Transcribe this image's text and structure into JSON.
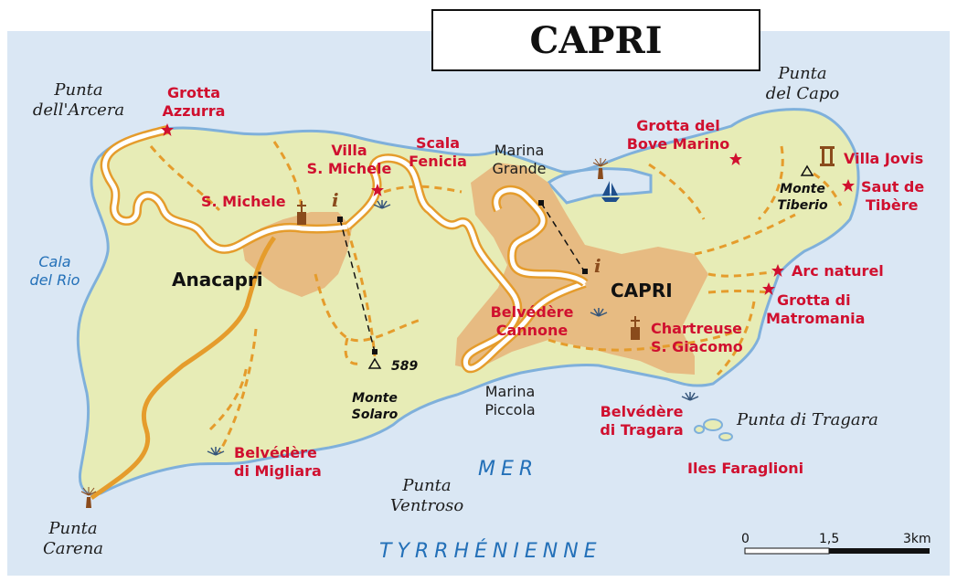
{
  "title": "CAPRI",
  "colors": {
    "sea": "#dae7f4",
    "land": "#e7ecb6",
    "coast": "#7fb0db",
    "town": "#e7bb82",
    "road": "#ffffff",
    "road_edge": "#e59c2c",
    "path": "#e59c2c",
    "poi_red": "#d0102f",
    "sea_text": "#2370b8"
  },
  "sea_labels": {
    "mer": "MER",
    "tyrrhenienne": "TYRRHÉNIENNE"
  },
  "bays": {
    "cala_del_rio": [
      "Cala",
      "del Rio"
    ]
  },
  "capes": {
    "punta_arcera": [
      "Punta",
      "dell'Arcera"
    ],
    "punta_capo": [
      "Punta",
      "del Capo"
    ],
    "punta_carena": [
      "Punta",
      "Carena"
    ],
    "punta_ventroso": [
      "Punta",
      "Ventroso"
    ],
    "punta_tragara": "Punta di Tragara"
  },
  "places": {
    "marina_grande": [
      "Marina",
      "Grande"
    ],
    "marina_piccola": [
      "Marina",
      "Piccola"
    ]
  },
  "towns": {
    "anacapri": "Anacapri",
    "capri": "CAPRI"
  },
  "pois": {
    "grotta_azzurra": [
      "Grotta",
      "Azzurra"
    ],
    "villa_michele": [
      "Villa",
      "S. Michele"
    ],
    "s_michele": "S. Michele",
    "scala_fenicia": [
      "Scala",
      "Fenicia"
    ],
    "grotta_bove": [
      "Grotta del",
      "Bove Marino"
    ],
    "villa_jovis": "Villa Jovis",
    "saut_tibere": [
      "Saut de",
      "Tibère"
    ],
    "arc_naturel": "Arc naturel",
    "grotta_matromania": [
      "Grotta di",
      "Matromania"
    ],
    "belvedere_cannone": [
      "Belvédère",
      "Cannone"
    ],
    "chartreuse": [
      "Chartreuse",
      "S. Giacomo"
    ],
    "belvedere_tragara": [
      "Belvédère",
      "di Tragara"
    ],
    "iles_faraglioni": "Iles Faraglioni",
    "belvedere_migliara": [
      "Belvédère",
      "di Migliara"
    ]
  },
  "mountains": {
    "monte_tiberio": [
      "Monte",
      "Tiberio"
    ],
    "monte_solaro": [
      "Monte",
      "Solaro"
    ],
    "solaro_elevation": "589"
  },
  "info_icon": "i",
  "scale": {
    "ticks": [
      "0",
      "1,5",
      "3km"
    ]
  }
}
